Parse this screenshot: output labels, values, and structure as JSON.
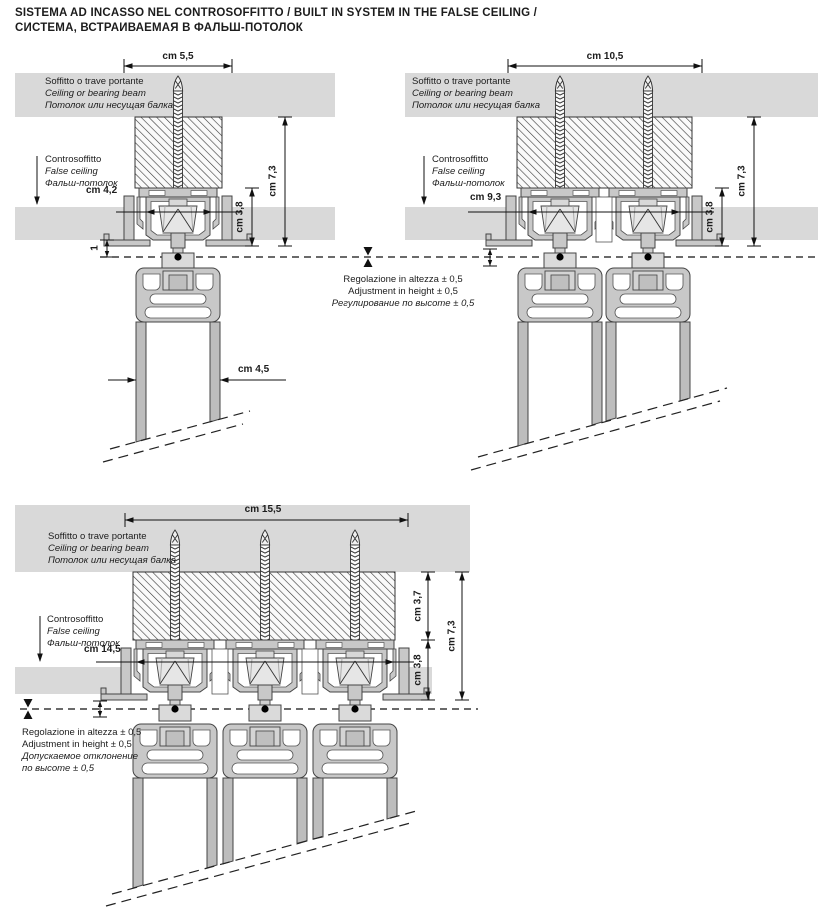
{
  "title": {
    "line1": "SISTEMA AD INCASSO NEL CONTROSOFFITTO / BUILT IN SYSTEM IN THE FALSE CEILING /",
    "line2": "СИСТЕМА, ВСТРАИВАЕМАЯ В ФАЛЬШ-ПОТОЛОК"
  },
  "labels": {
    "ceiling_it": "Soffitto o trave portante",
    "ceiling_en": "Ceiling or bearing beam",
    "ceiling_ru": "Потолок или несущая балка",
    "false_ceiling_it": "Controsoffitto",
    "false_ceiling_en": "False ceiling",
    "false_ceiling_ru": "Фальш-потолок"
  },
  "adjustment_note": {
    "it": "Regolazione in altezza ± 0,5",
    "en": "Adjustment in height ± 0,5",
    "ru": "Регулирование по высоте ± 0,5"
  },
  "adjustment_note_bottom": {
    "it": "Regolazione in altezza ± 0,5",
    "en": "Adjustment in height ± 0,5",
    "ru_line1": "Допускаемое отклонение",
    "ru_line2": "по высоте ± 0,5"
  },
  "diagram_single_track": {
    "overall_width": "cm 5,5",
    "carriage_width": "cm 4,2",
    "carriage_height": "cm 3,8",
    "total_height": "cm 7,3",
    "ceiling_clearance": "1",
    "panel_thickness": "cm 4,5"
  },
  "diagram_double_track": {
    "overall_width": "cm 10,5",
    "carriage_width": "cm 9,3",
    "carriage_height": "cm 3,8",
    "total_height": "cm 7,3"
  },
  "diagram_triple_track": {
    "overall_width": "cm 15,5",
    "carriage_width": "cm 14,5",
    "spacer_height": "cm 3,7",
    "carriage_height": "cm 3,8",
    "total_height": "cm 7,3"
  },
  "icons": {
    "screw": "self-drilling-screw-icon",
    "adjustment_marker": "hourglass-marker-icon",
    "pointer": "down-arrow-icon"
  },
  "colors": {
    "ceiling_band": "#d9d9d9",
    "profile": "#c8c8c8",
    "door_panel": "#bdbdbd",
    "outline": "#444444",
    "text": "#1c1c1c"
  }
}
